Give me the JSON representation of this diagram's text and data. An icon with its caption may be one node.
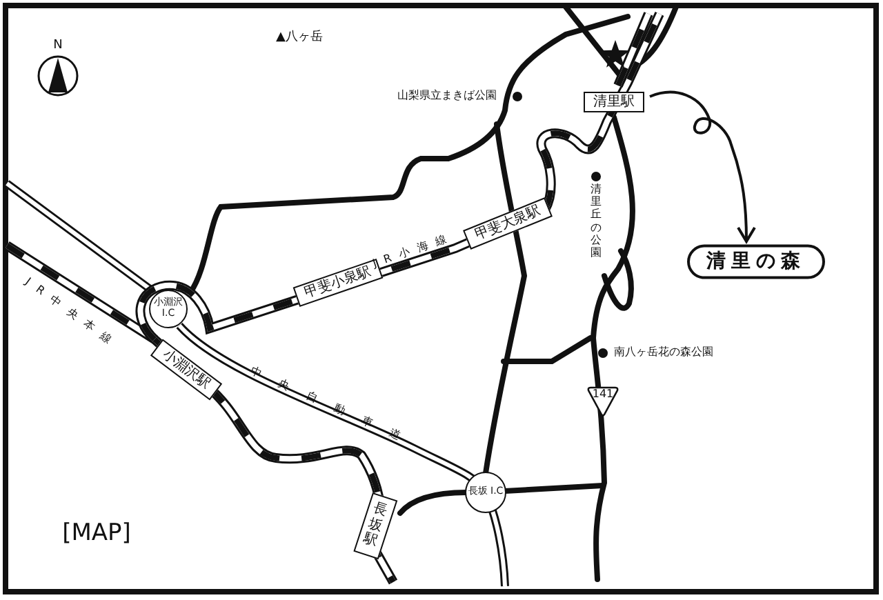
{
  "diagram": {
    "nodes": [
      {
        "text": [
          "清里駅"
        ]
      },
      {
        "text": [
          "甲斐大泉駅"
        ]
      },
      {
        "text": [
          "甲斐小泉駅"
        ]
      },
      {
        "text": [
          "小淵沢 I.C"
        ]
      },
      {
        "text": [
          "小淵沢駅"
        ]
      },
      {
        "text": [
          "141"
        ]
      },
      {
        "text": [
          "長坂 I.C"
        ]
      },
      {
        "text": [
          "長坂駅"
        ]
      },
      {
        "text": [
          "清里の森"
        ]
      }
    ],
    "edges": [
      {
        "from": 0,
        "to": 8,
        "arrow": "to"
      }
    ],
    "labels": [
      "N",
      "▲八ヶ岳",
      "山梨県立まきば公園",
      "清里丘の公園",
      "JR小海線",
      "JR中央本線",
      "中央自動車道",
      "南八ヶ岳花の森公園",
      "[MAP]"
    ]
  }
}
